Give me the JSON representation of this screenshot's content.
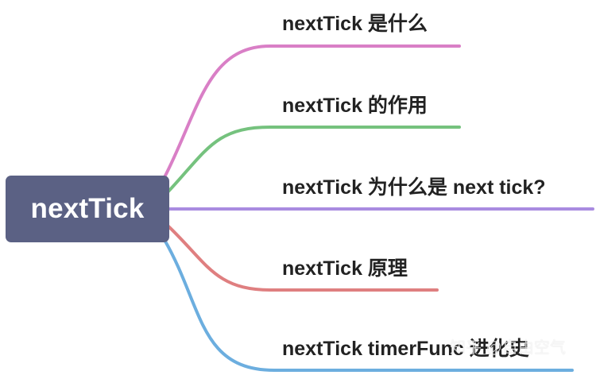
{
  "root": {
    "label": "nextTick",
    "color": "#5b6184"
  },
  "branches": [
    {
      "label": "nextTick 是什么",
      "color": "#d97fc6"
    },
    {
      "label": "nextTick 的作用",
      "color": "#75c27e"
    },
    {
      "label": "nextTick 为什么是 next tick?",
      "color": "#a98be0"
    },
    {
      "label": "nextTick 原理",
      "color": "#df7f80"
    },
    {
      "label": "nextTick timerFunc 进化史",
      "color": "#6caedf"
    }
  ],
  "watermark": {
    "text": "知乎 @自由空气"
  }
}
